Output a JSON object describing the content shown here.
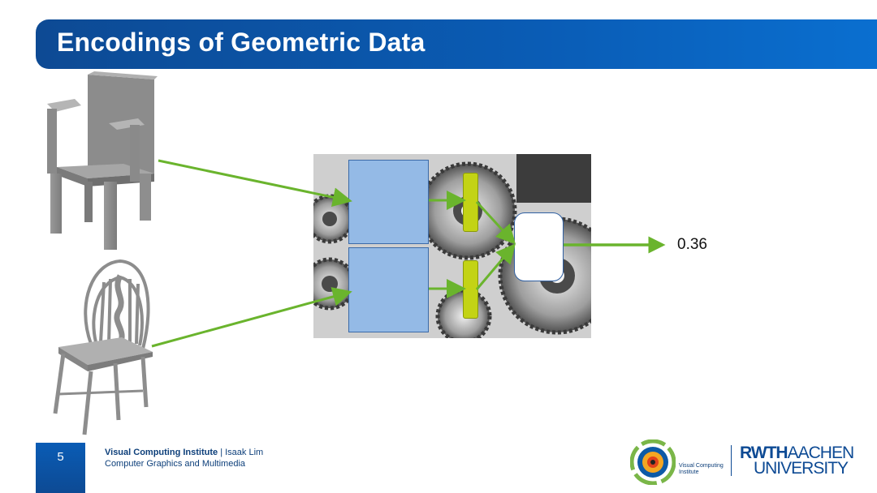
{
  "slide": {
    "title": "Encodings of Geometric Data",
    "page_number": "5"
  },
  "diagram": {
    "output_value": "0.36",
    "arrow_color": "#6ab42d",
    "encoder_color": "#94bae6",
    "feature_color": "#c3d315"
  },
  "footer": {
    "institute": "Visual Computing Institute",
    "separator": " | ",
    "author": "Isaak Lim",
    "group": "Computer Graphics and Multimedia",
    "logo_text": "Visual Computing Institute",
    "university_line1_bold": "RWTH",
    "university_line1_light": "AACHEN",
    "university_line2": "UNIVERSITY"
  },
  "colors": {
    "brand_blue": "#0a5cb5",
    "dark_blue": "#0d3f7a"
  }
}
